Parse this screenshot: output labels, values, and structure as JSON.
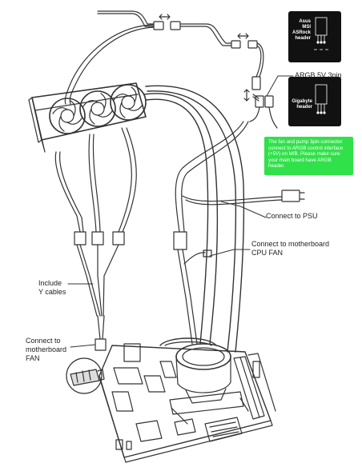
{
  "labels": {
    "argb_5v_3pin": "ARGB 5V 3pin",
    "connect_psu": "Connect to PSU",
    "connect_cpu_fan": "Connect to motherboard\nCPU FAN",
    "include_y_cables": "Include\nY cables",
    "connect_fan": "Connect to\nmotherboard\nFAN"
  },
  "header_boxes": {
    "asus_msi_asrock": "Asus\nMSI\nASRock\nheader",
    "gigabyte": "Gigabyte\nheader"
  },
  "note": {
    "text": "The fan and pump 3pin connector connect to ARGB control interface (+5V) on M/B. Please make sure your main board have ARGB header.",
    "background_color": "#31e14a",
    "text_color": "#ffffff"
  },
  "colors": {
    "line": "#333333",
    "cable": "#444444",
    "header_bg": "#111111"
  }
}
